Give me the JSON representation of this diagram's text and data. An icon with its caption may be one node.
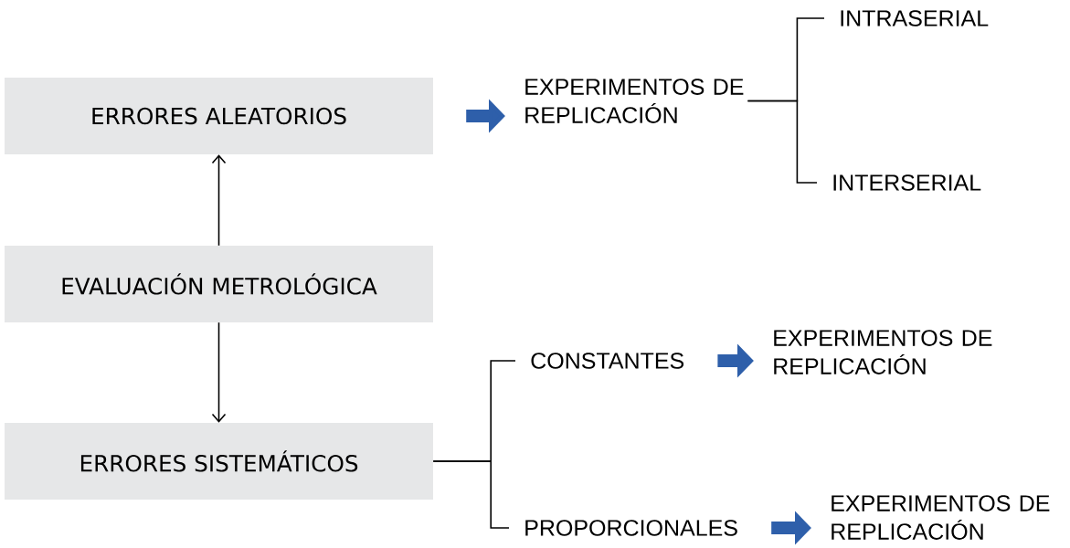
{
  "diagram": {
    "nodes": [
      {
        "text": [
          "ERRORES ALEATORIOS"
        ]
      },
      {
        "text": [
          "EVALUACIÓN METROLÓGICA"
        ]
      },
      {
        "text": [
          "ERRORES SISTEMÁTICOS"
        ]
      },
      {
        "text": [
          "EXPERIMENTOS DE REPLICACIÓN"
        ]
      },
      {
        "text": [
          "INTRASERIAL"
        ]
      },
      {
        "text": [
          "INTERSERIAL"
        ]
      },
      {
        "text": [
          "CONSTANTES"
        ]
      },
      {
        "text": [
          "EXPERIMENTOS DE REPLICACIÓN"
        ]
      },
      {
        "text": [
          "PROPORCIONALES"
        ]
      },
      {
        "text": [
          "EXPERIMENTOS DE REPLICACIÓN"
        ]
      }
    ],
    "edges": [
      {
        "from": 1,
        "to": 0,
        "arrow": "to"
      },
      {
        "from": 1,
        "to": 2,
        "arrow": "to"
      },
      {
        "from": 0,
        "to": 3,
        "arrow": "to",
        "style": "thick",
        "color": "#2e5faa"
      },
      {
        "from": 3,
        "to": 4,
        "arrow": "none"
      },
      {
        "from": 3,
        "to": 5,
        "arrow": "none"
      },
      {
        "from": 2,
        "to": 6,
        "arrow": "none"
      },
      {
        "from": 2,
        "to": 8,
        "arrow": "none"
      },
      {
        "from": 6,
        "to": 7,
        "arrow": "to",
        "style": "thick",
        "color": "#2e5faa"
      },
      {
        "from": 8,
        "to": 9,
        "arrow": "to",
        "style": "thick",
        "color": "#2e5faa"
      }
    ]
  }
}
